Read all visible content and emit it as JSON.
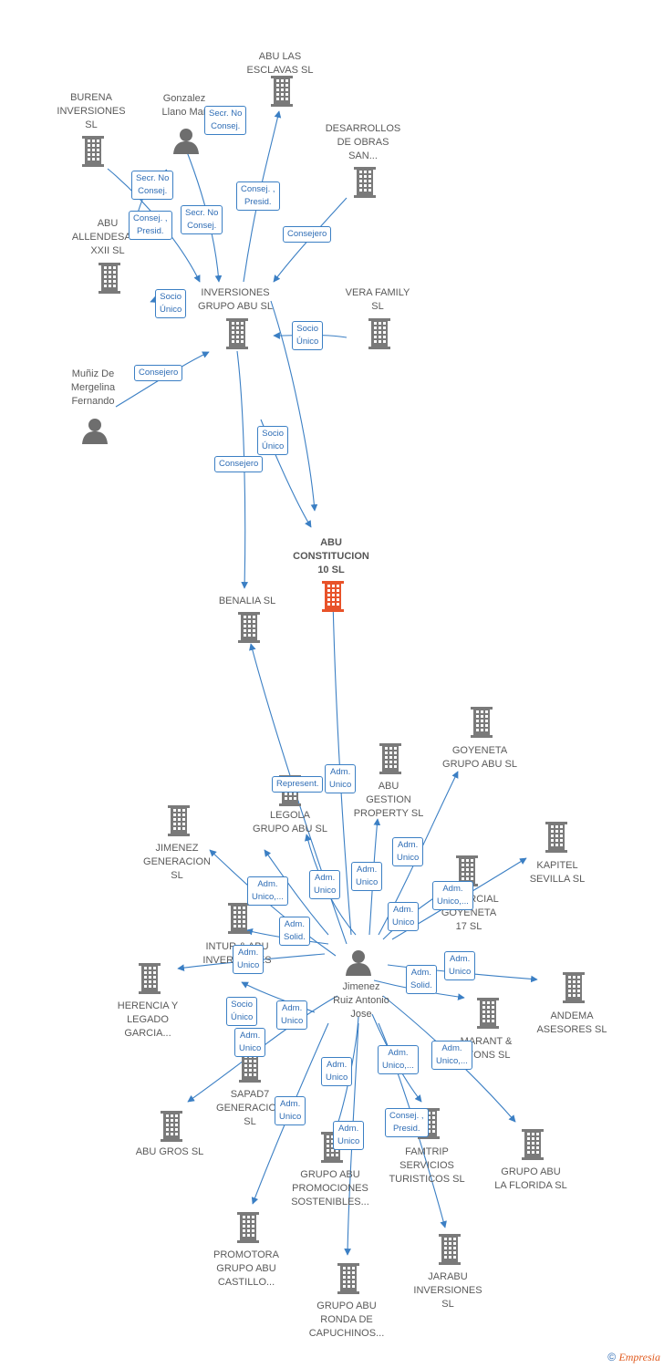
{
  "colors": {
    "edge": "#3b7fc4",
    "company_icon": "#7a7a7a",
    "focus_icon": "#e8532a",
    "person_icon": "#6e6e6e"
  },
  "nodes": [
    {
      "id": "abu_esclavas",
      "kind": "company",
      "label": "ABU LAS\nESCLAVAS  SL"
    },
    {
      "id": "burena",
      "kind": "company",
      "label": "BURENA\nINVERSIONES\nSL"
    },
    {
      "id": "gonzalez",
      "kind": "person",
      "label": "Gonzalez\nLlano Mar"
    },
    {
      "id": "desarrollos",
      "kind": "company",
      "label": "DESARROLLOS\nDE OBRAS\nSAN..."
    },
    {
      "id": "abu_allende",
      "kind": "company",
      "label": "ABU\nALLENDESALA\nXXII  SL"
    },
    {
      "id": "inversiones_abu",
      "kind": "company",
      "label": "INVERSIONES\nGRUPO ABU  SL"
    },
    {
      "id": "vera",
      "kind": "company",
      "label": "VERA FAMILY\nSL"
    },
    {
      "id": "muniz",
      "kind": "person",
      "label": "Muñiz De\nMergelina\nFernando"
    },
    {
      "id": "abu_constitucion",
      "kind": "focus",
      "label": "ABU\nCONSTITUCION\n10  SL"
    },
    {
      "id": "benalia",
      "kind": "company",
      "label": "BENALIA  SL"
    },
    {
      "id": "goyeneta_grupo",
      "kind": "company",
      "label": "GOYENETA\nGRUPO ABU  SL"
    },
    {
      "id": "abu_gestion",
      "kind": "company",
      "label": "ABU\nGESTION\nPROPERTY  SL"
    },
    {
      "id": "legola",
      "kind": "company",
      "label": "LEGOLA\nGRUPO ABU  SL"
    },
    {
      "id": "jimenez_gen",
      "kind": "company",
      "label": "JIMENEZ\nGENERACION\nSL"
    },
    {
      "id": "kapitel",
      "kind": "company",
      "label": "KAPITEL\nSEVILLA  SL"
    },
    {
      "id": "comercial_goy",
      "kind": "company",
      "label": "COMERCIAL\nGOYENETA\n17  SL"
    },
    {
      "id": "intur",
      "kind": "company",
      "label": "INTUR & ABU\nINVERSIONES"
    },
    {
      "id": "jimenez_p",
      "kind": "person",
      "label": "Jimenez\nRuiz Antonio\nJose"
    },
    {
      "id": "herencia",
      "kind": "company",
      "label": "HERENCIA Y\nLEGADO\nGARCIA..."
    },
    {
      "id": "andema",
      "kind": "company",
      "label": "ANDEMA\nASESORES  SL"
    },
    {
      "id": "marant",
      "kind": "company",
      "label": "MARANT &\nLYONS  SL"
    },
    {
      "id": "sapad7",
      "kind": "company",
      "label": "SAPAD7\nGENERACION\nSL"
    },
    {
      "id": "abu_gros",
      "kind": "company",
      "label": "ABU GROS  SL"
    },
    {
      "id": "famtrip",
      "kind": "company",
      "label": "FAMTRIP\nSERVICIOS\nTURISTICOS  SL"
    },
    {
      "id": "grupo_florida",
      "kind": "company",
      "label": "GRUPO ABU\nLA FLORIDA  SL"
    },
    {
      "id": "grupo_promo",
      "kind": "company",
      "label": "GRUPO ABU\nPROMOCIONES\nSOSTENIBLES..."
    },
    {
      "id": "promotora",
      "kind": "company",
      "label": "PROMOTORA\nGRUPO ABU\nCASTILLO..."
    },
    {
      "id": "jarabu",
      "kind": "company",
      "label": "JARABU\nINVERSIONES\nSL"
    },
    {
      "id": "grupo_ronda",
      "kind": "company",
      "label": "GRUPO ABU\nRONDA DE\nCAPUCHINOS..."
    }
  ],
  "edge_labels": [
    "Secr.  No\nConsej.",
    "Consej. ,\nPresid.",
    "Consejero",
    "Secr.  No\nConsej.",
    "Consej. ,\nPresid.",
    "Secr.  No\nConsej.",
    "Socio\nÚnico",
    "Socio\nÚnico",
    "Consejero",
    "Socio\nÚnico",
    "Consejero",
    "Represent.",
    "Adm.\nUnico",
    "Adm.\nUnico",
    "Adm.\nUnico",
    "Adm.\nUnico,...",
    "Adm.\nUnico",
    "Adm.\nUnico,...",
    "Adm.\nSolid.",
    "Adm.\nUnico",
    "Adm.\nUnico",
    "Adm.\nSolid.",
    "Adm.\nUnico",
    "Socio\nÚnico",
    "Adm.\nUnico",
    "Adm.\nUnico,...",
    "Adm.\nUnico",
    "Adm.\nUnico,...",
    "Adm.\nUnico",
    "Adm.\nUnico",
    "Consej. ,\nPresid.",
    "Adm.\nUnico",
    "Adm.\nUnico"
  ],
  "footer": {
    "copyright": "©",
    "brand": "Empresia"
  }
}
